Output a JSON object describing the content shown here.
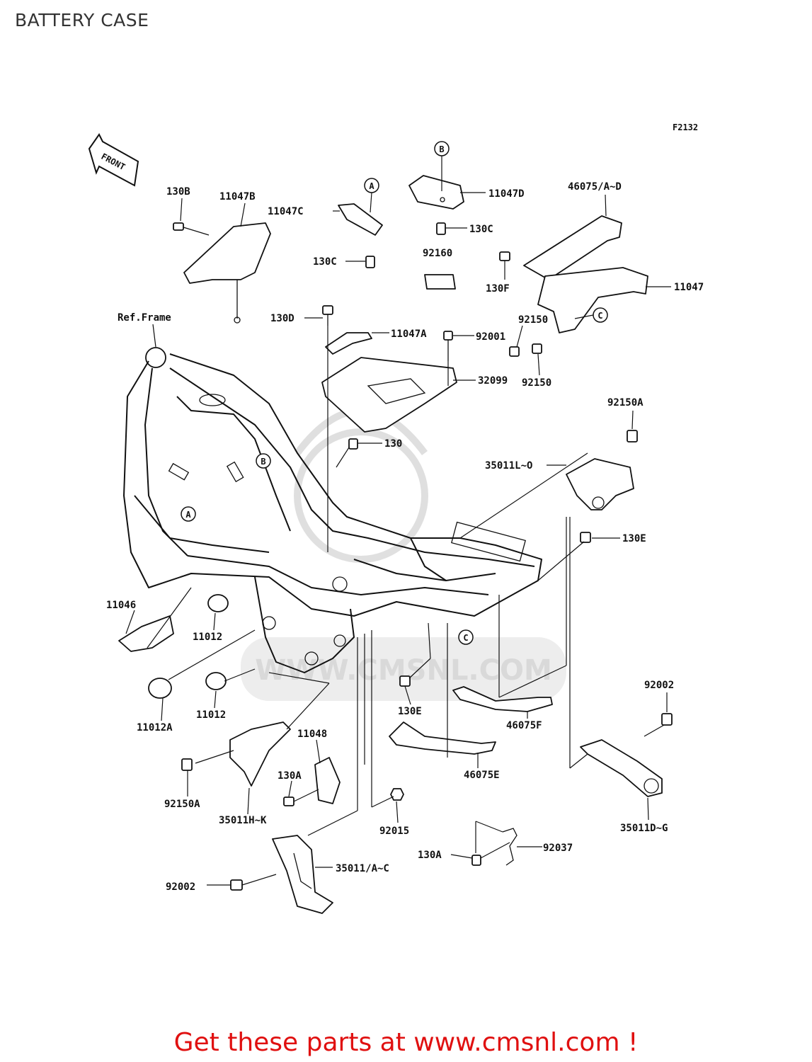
{
  "page": {
    "title": "BATTERY CASE"
  },
  "diagram": {
    "figure_code": "F2132",
    "direction_label": "FRONT",
    "watermark_text": "WWW.CMSNL.COM",
    "callouts": [
      "A",
      "B",
      "C"
    ],
    "labels": {
      "l130B": "130B",
      "l11047B": "11047B",
      "l11047C": "11047C",
      "l130C_left": "130C",
      "l11047D": "11047D",
      "l130C_right": "130C",
      "l46075AD": "46075/A~D",
      "l92160": "92160",
      "l130F": "130F",
      "l11047": "11047",
      "lRefFrame": "Ref.Frame",
      "l130D": "130D",
      "l11047A": "11047A",
      "l92001": "92001",
      "l92150_top": "92150",
      "l92150_bottom": "92150",
      "l32099": "32099",
      "l92150A_top": "92150A",
      "l130": "130",
      "l35011LO": "35011L~O",
      "l130E_right": "130E",
      "l11046": "11046",
      "l11012_top": "11012",
      "l11012_bottom": "11012",
      "l11012A": "11012A",
      "l130E_mid": "130E",
      "l92002_right": "92002",
      "l46075F": "46075F",
      "l11048": "11048",
      "l130A_left": "130A",
      "l46075E": "46075E",
      "l92150A_bottom": "92150A",
      "l35011HK": "35011H~K",
      "l92015": "92015",
      "l35011DG": "35011D~G",
      "l130A_right": "130A",
      "l92037": "92037",
      "l35011AC": "35011/A~C",
      "l92002_left": "92002"
    }
  },
  "footer": {
    "cta": "Get these parts at www.cmsnl.com !"
  }
}
